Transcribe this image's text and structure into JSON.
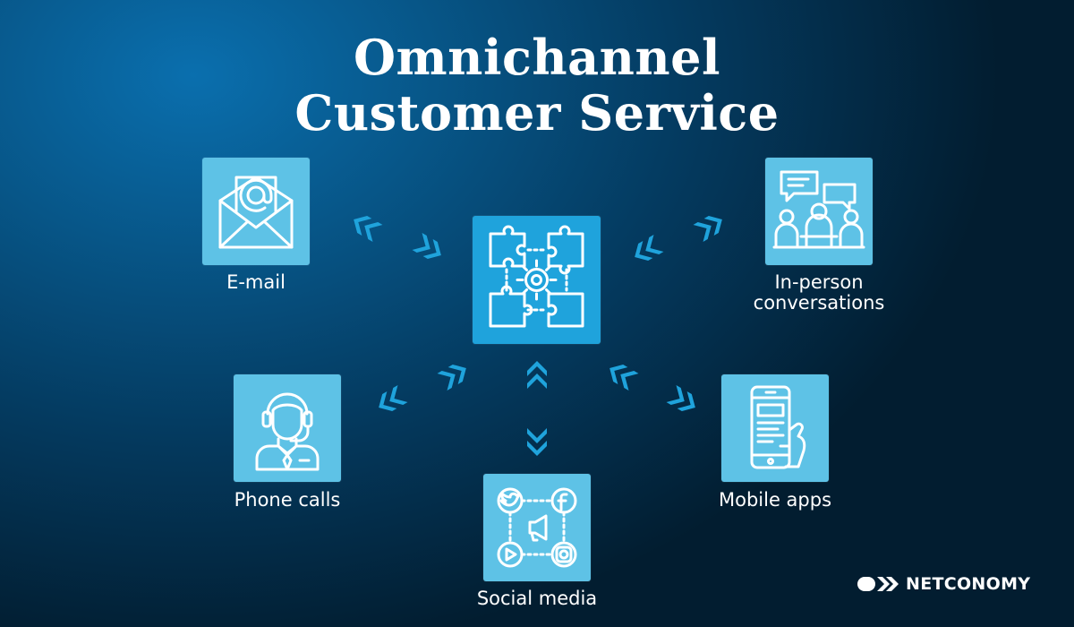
{
  "title": {
    "line1": "Omnichannel",
    "line2": "Customer Service"
  },
  "hub": {
    "icon": "puzzle-gear-icon"
  },
  "channels": [
    {
      "key": "email",
      "label": "E-mail",
      "icon": "envelope-at-icon"
    },
    {
      "key": "in_person",
      "label_line1": "In-person",
      "label_line2": "conversations",
      "icon": "chat-people-icon"
    },
    {
      "key": "phone",
      "label": "Phone calls",
      "icon": "headset-agent-icon"
    },
    {
      "key": "social",
      "label": "Social media",
      "icon": "social-media-icon"
    },
    {
      "key": "mobile",
      "label": "Mobile apps",
      "icon": "phone-hand-icon"
    }
  ],
  "brand": {
    "name": "NETCONOMY",
    "icon": "netconomy-logo-icon"
  },
  "colors": {
    "background": "#053c61",
    "tile": "#5ec2e6",
    "hub_tile": "#1fa3dc",
    "arrow": "#1fa3dc",
    "text": "#ffffff"
  }
}
